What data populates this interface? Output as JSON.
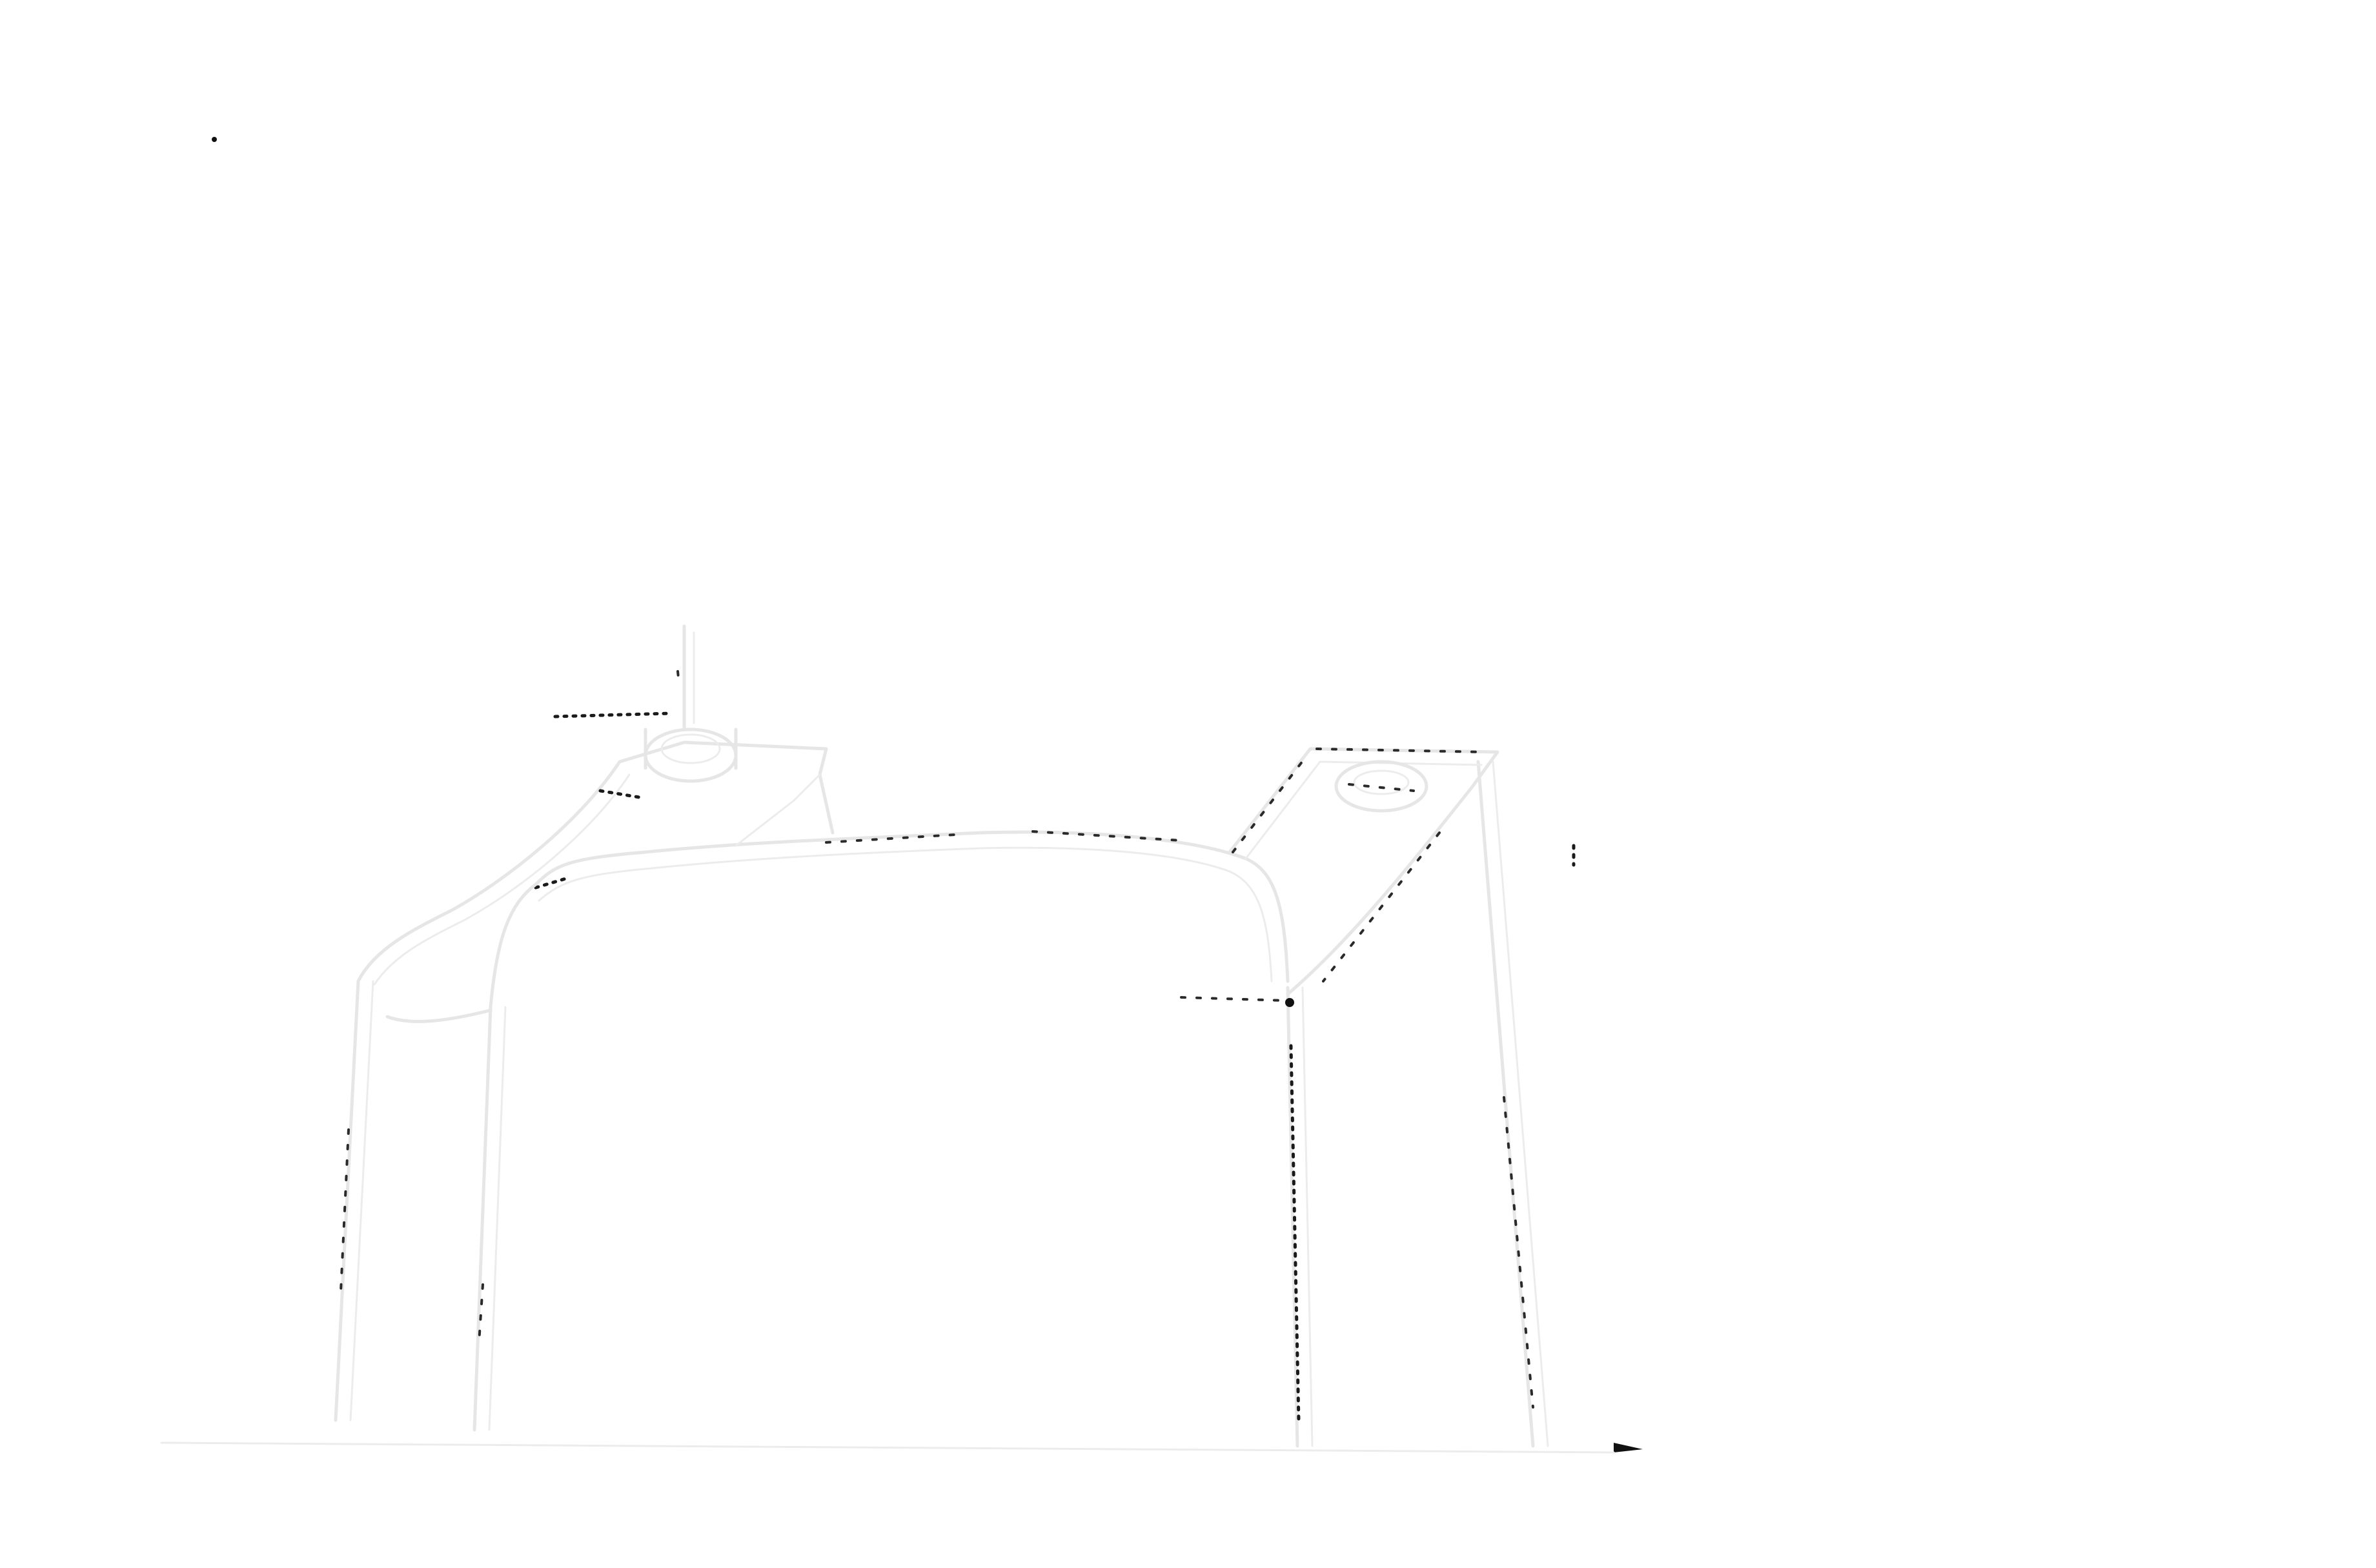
{
  "scene": {
    "background_color": "#ffffff",
    "line_color": "#e6e6e6",
    "ink_color": "#1a1a1a"
  },
  "objects": [
    {
      "name": "table-outline"
    },
    {
      "name": "left-tray-with-cup"
    },
    {
      "name": "right-tray-with-cup"
    }
  ]
}
